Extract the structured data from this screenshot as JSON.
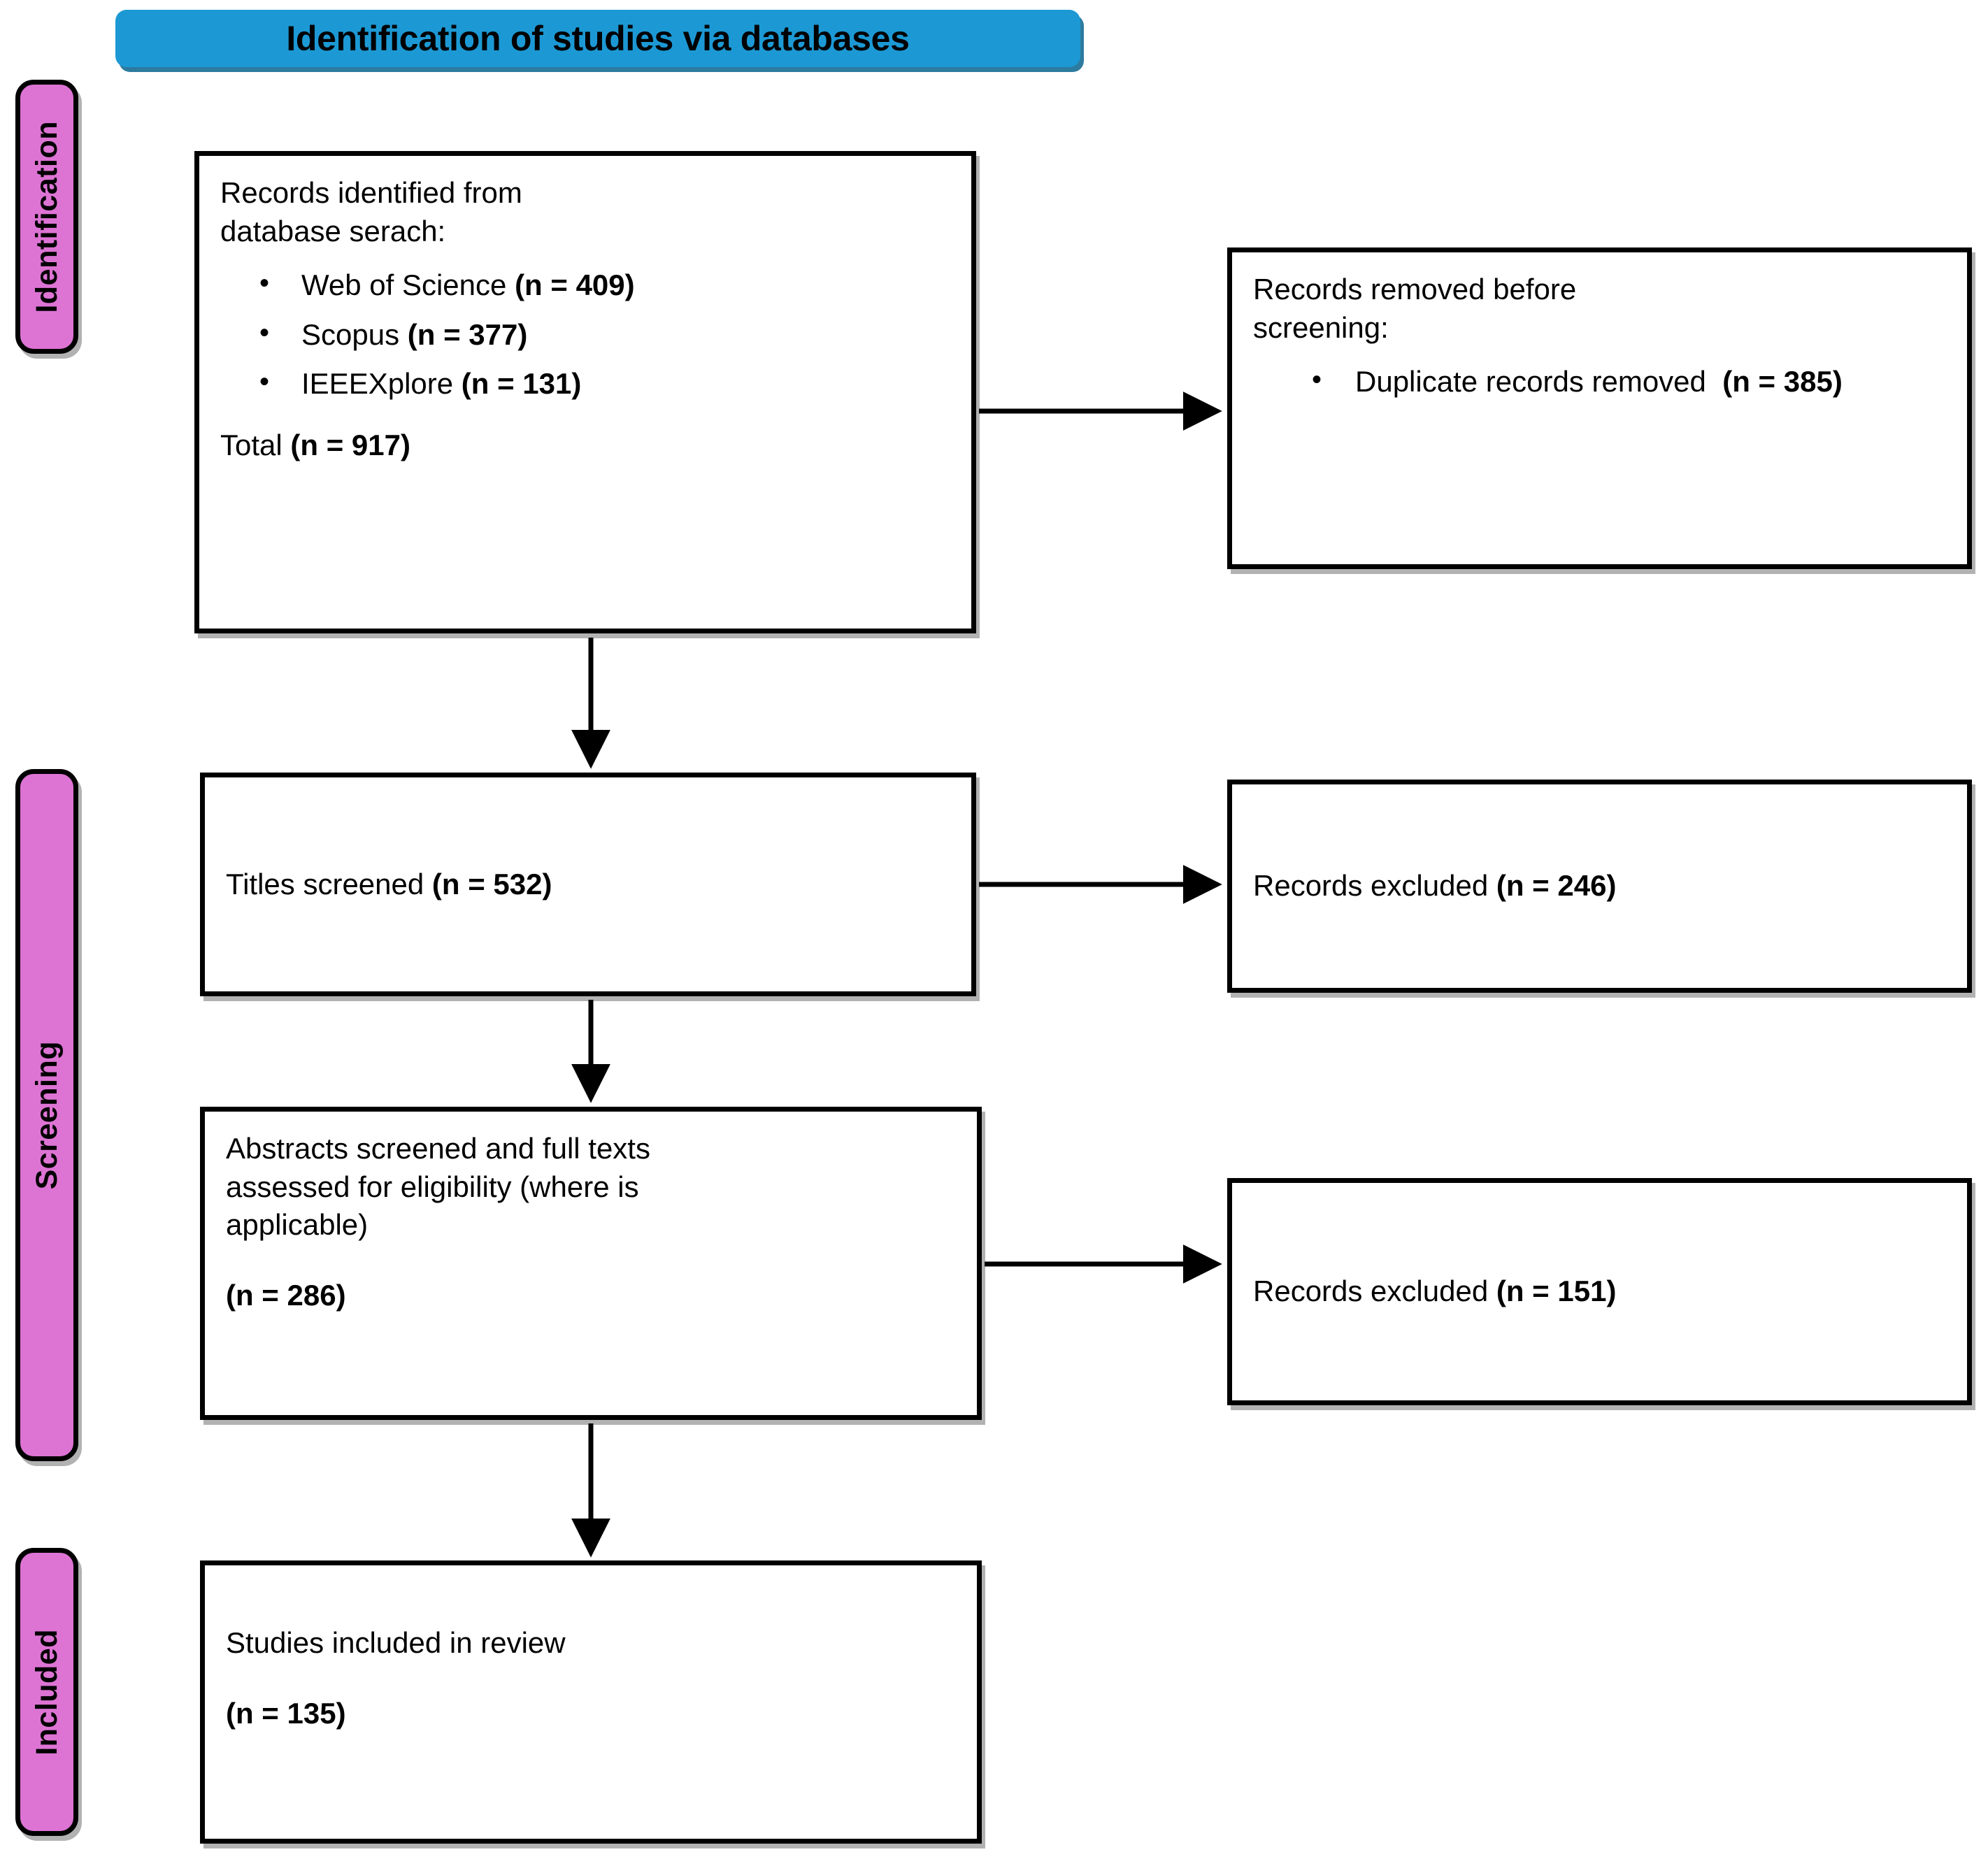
{
  "banner": {
    "title": "Identification of studies via databases"
  },
  "colors": {
    "banner_blue": "#1C99D4",
    "stage_pink": "#DD74D4",
    "box_border": "#000000",
    "background": "#FFFFFF"
  },
  "stages": [
    {
      "id": "identification",
      "label": "Identification"
    },
    {
      "id": "screening",
      "label": "Screening"
    },
    {
      "id": "included",
      "label": "Included"
    }
  ],
  "boxes": {
    "identified": {
      "heading_line1": "Records identified from",
      "heading_line2": "database serach:",
      "bullets": [
        {
          "source": "Web of Science",
          "count": "(n = 409)"
        },
        {
          "source": "Scopus",
          "count": "(n = 377)"
        },
        {
          "source": "IEEEXplore",
          "count": "(n = 131)"
        }
      ],
      "total_label": "Total",
      "total_count": "(n = 917)"
    },
    "removed": {
      "heading_line1": "Records removed before",
      "heading_line2": "screening:",
      "bullets": [
        {
          "label": "Duplicate records removed",
          "count": "(n = 385)"
        }
      ]
    },
    "titles_screened": {
      "label": "Titles screened",
      "count": "(n = 532)"
    },
    "excluded_titles": {
      "label": "Records excluded",
      "count": "(n = 246)"
    },
    "abstracts": {
      "line1": "Abstracts screened and full texts",
      "line2": "assessed for eligibility (where is",
      "line3": "applicable)",
      "count": "(n = 286)"
    },
    "excluded_abstracts": {
      "label": "Records excluded",
      "count": "(n = 151)"
    },
    "studies_included": {
      "label": "Studies included in review",
      "count": "(n = 135)"
    }
  },
  "chart_data": {
    "type": "diagram",
    "title": "Identification of studies via databases",
    "flow": [
      {
        "stage": "Identification",
        "node": "Records identified from database serach",
        "n": 917,
        "breakdown": [
          {
            "source": "Web of Science",
            "n": 409
          },
          {
            "source": "Scopus",
            "n": 377
          },
          {
            "source": "IEEEXplore",
            "n": 131
          }
        ]
      },
      {
        "stage": "Identification",
        "node": "Records removed before screening: Duplicate records removed",
        "n": 385,
        "side": "right"
      },
      {
        "stage": "Screening",
        "node": "Titles screened",
        "n": 532
      },
      {
        "stage": "Screening",
        "node": "Records excluded",
        "n": 246,
        "side": "right"
      },
      {
        "stage": "Screening",
        "node": "Abstracts screened and full texts assessed for eligibility (where is applicable)",
        "n": 286
      },
      {
        "stage": "Screening",
        "node": "Records excluded",
        "n": 151,
        "side": "right"
      },
      {
        "stage": "Included",
        "node": "Studies included in review",
        "n": 135
      }
    ]
  }
}
